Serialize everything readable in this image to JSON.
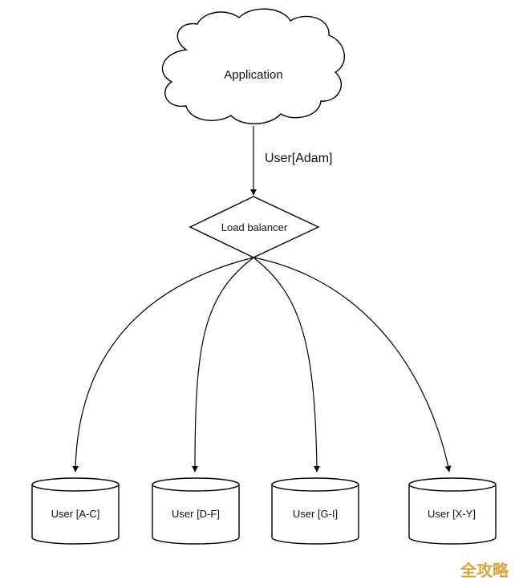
{
  "diagram": {
    "application_label": "Application",
    "edge_label": "User[Adam]",
    "load_balancer_label": "Load balancer",
    "shards": [
      {
        "label": "User [A-C]"
      },
      {
        "label": "User [D-F]"
      },
      {
        "label": "User [G-I]"
      },
      {
        "label": "User [X-Y]"
      }
    ]
  },
  "watermark": {
    "text": "全攻略",
    "color": "#d9a23a"
  }
}
